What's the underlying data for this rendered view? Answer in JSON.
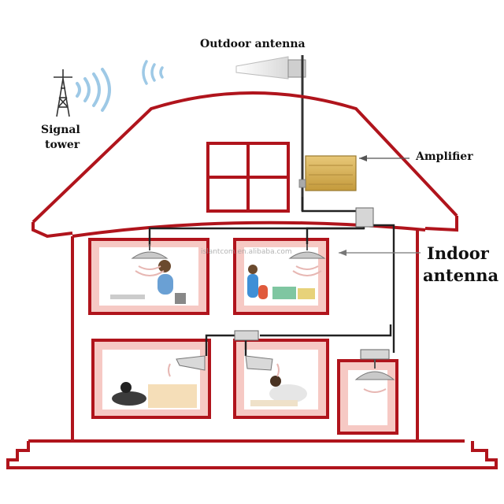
{
  "labels": {
    "outdoor_antenna": "Outdoor antenna",
    "signal_tower_line1": "Signal",
    "signal_tower_line2": "tower",
    "amplifier": "Amplifier",
    "indoor_antenna_line1": "Indoor",
    "indoor_antenna_line2": "antenna"
  },
  "watermark": "islantcom.en.alibaba.com",
  "colors": {
    "house_outline": "#b0141c",
    "room_fill": "#f6c9c4",
    "cable": "#222222",
    "signal_waves": "#9ec9e6",
    "amplifier": "#d9b25a"
  },
  "icons": [
    "signal-tower-icon",
    "outdoor-antenna-icon",
    "amplifier-icon",
    "ceiling-antenna-icon",
    "signal-wave-icon",
    "splitter-icon"
  ]
}
